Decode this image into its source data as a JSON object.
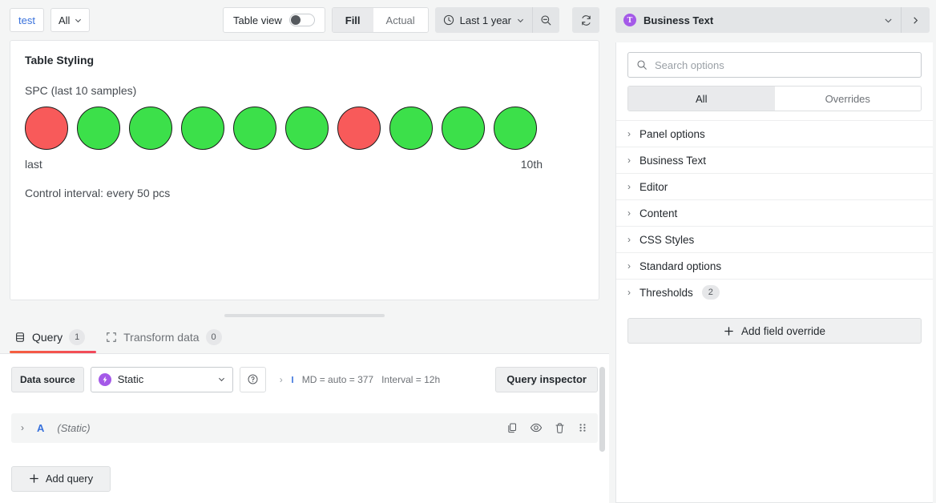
{
  "toolbar": {
    "variable_label": "test",
    "variable_value": "All",
    "table_view_label": "Table view",
    "table_view_on": false,
    "fill_label": "Fill",
    "actual_label": "Actual",
    "active_segment": "Fill",
    "time_range": "Last 1 year",
    "zoom_out_icon": "zoom-out-icon",
    "refresh_icon": "refresh-icon",
    "clock_icon": "clock-icon"
  },
  "panel": {
    "title": "Table Styling",
    "spc_label": "SPC (last 10 samples)",
    "axis_left": "last",
    "axis_right": "10th",
    "control_interval": "Control interval: every 50 pcs",
    "colors": {
      "red": "#F85A5A",
      "green": "#3CE04A",
      "stroke": "#1B1B1B"
    },
    "samples": [
      {
        "index": 1,
        "status": "fail",
        "color": "#F85A5A"
      },
      {
        "index": 2,
        "status": "pass",
        "color": "#3CE04A"
      },
      {
        "index": 3,
        "status": "pass",
        "color": "#3CE04A"
      },
      {
        "index": 4,
        "status": "pass",
        "color": "#3CE04A"
      },
      {
        "index": 5,
        "status": "pass",
        "color": "#3CE04A"
      },
      {
        "index": 6,
        "status": "pass",
        "color": "#3CE04A"
      },
      {
        "index": 7,
        "status": "fail",
        "color": "#F85A5A"
      },
      {
        "index": 8,
        "status": "pass",
        "color": "#3CE04A"
      },
      {
        "index": 9,
        "status": "pass",
        "color": "#3CE04A"
      },
      {
        "index": 10,
        "status": "pass",
        "color": "#3CE04A"
      }
    ]
  },
  "query_tabs": [
    {
      "label": "Query",
      "count": "1",
      "icon": "database-icon",
      "active": true
    },
    {
      "label": "Transform data",
      "count": "0",
      "icon": "transform-icon",
      "active": false
    }
  ],
  "query": {
    "data_source_label": "Data source",
    "data_source_value": "Static",
    "help_icon": "help-circle-icon",
    "options_md": "MD = auto = 377",
    "options_interval": "Interval = 12h",
    "query_inspector_label": "Query inspector",
    "rows": [
      {
        "letter": "A",
        "datasource": "(Static)",
        "actions": [
          "copy-icon",
          "eye-icon",
          "trash-icon",
          "drag-handle-icon"
        ]
      }
    ],
    "add_query_label": "Add query"
  },
  "sidebar": {
    "plugin_icon_glyph": "T",
    "plugin_icon_color": "#A459E8",
    "viz_name": "Business Text",
    "search_placeholder": "Search options",
    "tabs": [
      {
        "label": "All",
        "active": true
      },
      {
        "label": "Overrides",
        "active": false
      }
    ],
    "options": [
      {
        "label": "Panel options",
        "badge": null
      },
      {
        "label": "Business Text",
        "badge": null
      },
      {
        "label": "Editor",
        "badge": null
      },
      {
        "label": "Content",
        "badge": null
      },
      {
        "label": "CSS Styles",
        "badge": null
      },
      {
        "label": "Standard options",
        "badge": null
      },
      {
        "label": "Thresholds",
        "badge": "2"
      }
    ],
    "add_field_override_label": "Add field override"
  }
}
